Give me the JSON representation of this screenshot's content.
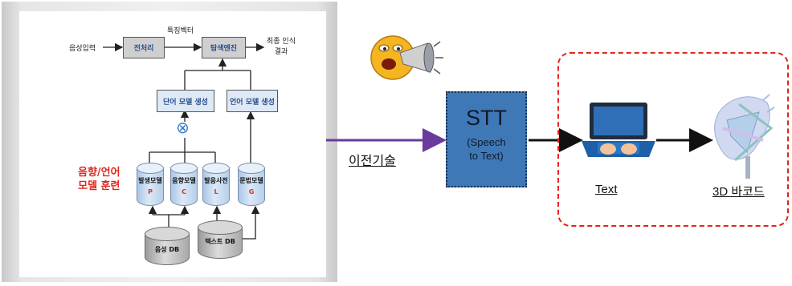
{
  "left_diagram": {
    "voice_input": "음성입력",
    "feature_vector": "특징벡터",
    "final_result": "최종 인식\n결과",
    "preprocess": "전처리",
    "search_engine": "탐색엔진",
    "word_model_gen": "단어 모델 생성",
    "lang_model_gen": "언어 모델 생성",
    "training_title": "음향/언어\n모델 훈련",
    "models": [
      {
        "label": "발생모델",
        "letter": "P"
      },
      {
        "label": "음향모델",
        "letter": "C"
      },
      {
        "label": "발음사전",
        "letter": "L"
      },
      {
        "label": "문법모델",
        "letter": "G"
      }
    ],
    "voice_db": "음성 DB",
    "text_db": "텍스트 DB",
    "combine_symbol": "⊗"
  },
  "prior_tech_label": "이전기술",
  "stt": {
    "title": "STT",
    "subtitle": "(Speech\nto Text)"
  },
  "outputs": {
    "text_label": "Text",
    "barcode_label": "3D 바코드"
  },
  "colors": {
    "purple_arrow": "#6a3a9c",
    "stt_fill": "#3f78b7",
    "red_frame": "#e0261b",
    "training_title": "#e2261b"
  }
}
